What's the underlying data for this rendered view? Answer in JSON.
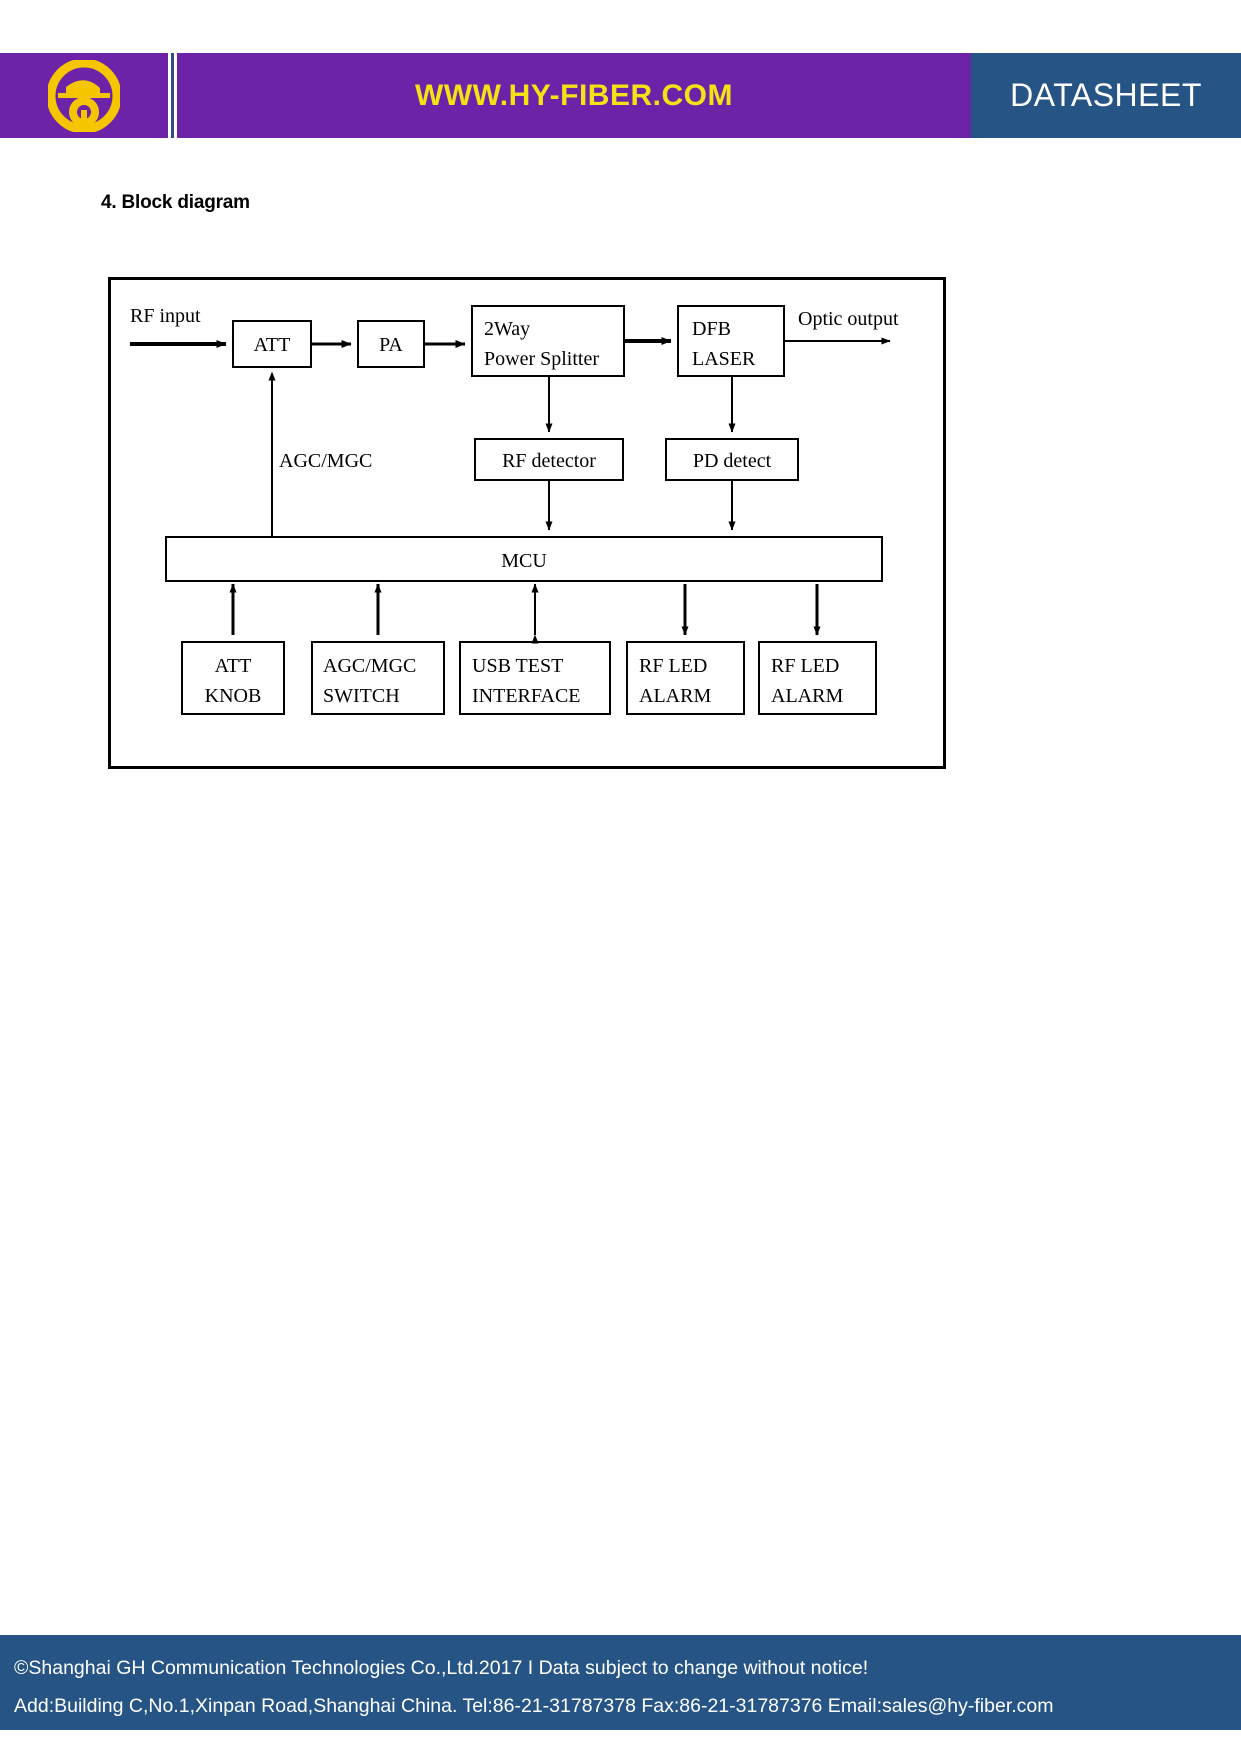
{
  "header": {
    "logo_icon": "hy-fiber-logo-icon",
    "url_text": "WWW.HY-FIBER.COM",
    "datasheet_label": "DATASHEET",
    "purple": "#6D23A8",
    "blue": "#255485",
    "yellow": "#F5E215"
  },
  "section": {
    "title": "4. Block diagram"
  },
  "diagram": {
    "labels": {
      "rf_input": "RF input",
      "optic_output": "Optic output",
      "agc_mgc_line": "AGC/MGC"
    },
    "blocks": {
      "att": "ATT",
      "pa": "PA",
      "splitter_line1": "2Way",
      "splitter_line2": "Power Splitter",
      "dfb_line1": "DFB",
      "dfb_line2": "LASER",
      "rf_detector": "RF detector",
      "pd_detect": "PD detect",
      "mcu": "MCU",
      "att_knob_line1": "ATT",
      "att_knob_line2": "KNOB",
      "agc_switch_line1": "AGC/MGC",
      "agc_switch_line2": "SWITCH",
      "usb_line1": "USB TEST",
      "usb_line2": "INTERFACE",
      "rf_led_1_line1": "RF LED",
      "rf_led_1_line2": "ALARM",
      "rf_led_2_line1": "RF LED",
      "rf_led_2_line2": "ALARM"
    }
  },
  "footer": {
    "line1": "©Shanghai GH Communication Technologies Co.,Ltd.2017 I Data subject to change without notice!",
    "line2": "Add:Building C,No.1,Xinpan Road,Shanghai China. Tel:86-21-31787378  Fax:86-21-31787376   Email:sales@hy-fiber.com"
  }
}
